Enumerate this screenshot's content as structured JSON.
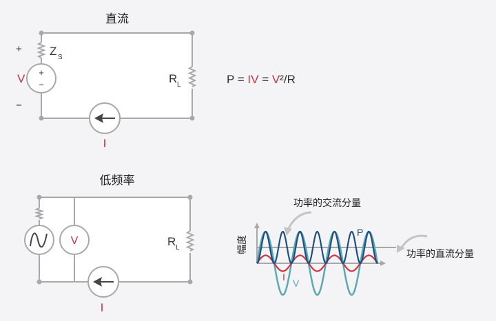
{
  "colors": {
    "background": "#f4f4f6",
    "wire": "#a8a8aa",
    "text": "#333333",
    "accent_red": "#c9303e",
    "voltage_teal": "#5aa9b0",
    "power_blue": "#1f4f82",
    "current_red": "#d23340"
  },
  "dc_panel": {
    "title": "直流",
    "plus_label": "+",
    "minus_label": "−",
    "source_impedance_label": "Z",
    "source_impedance_sub": "S",
    "voltage_label": "V",
    "source_plus": "+",
    "source_minus": "−",
    "load_label": "R",
    "load_sub": "L",
    "current_label": "I",
    "formula": {
      "p": "P = ",
      "iv": "IV",
      "eq": " = ",
      "v": "V",
      "rest": "²/R"
    }
  },
  "ac_panel": {
    "title": "低频率",
    "voltmeter_label": "V",
    "load_label": "R",
    "load_sub": "L",
    "current_label": "I"
  },
  "chart_data": {
    "type": "line",
    "title": "",
    "ylabel": "幅度",
    "xlabel": "",
    "annotations": [
      {
        "text": "功率的交流分量",
        "target": "P peak"
      },
      {
        "text": "功率的直流分量",
        "target": "P mean line"
      }
    ],
    "x": {
      "cycles_of_V": 3.5
    },
    "series": [
      {
        "name": "V",
        "label": "V",
        "amplitude": 1.0,
        "offset": 0.0,
        "frequency": 1
      },
      {
        "name": "I",
        "label": "I",
        "amplitude": 0.25,
        "offset": 0.0,
        "frequency": 1
      },
      {
        "name": "P",
        "label": "P",
        "amplitude": 0.5,
        "offset": 0.5,
        "frequency": 2
      }
    ],
    "dc_level": 0.5
  }
}
